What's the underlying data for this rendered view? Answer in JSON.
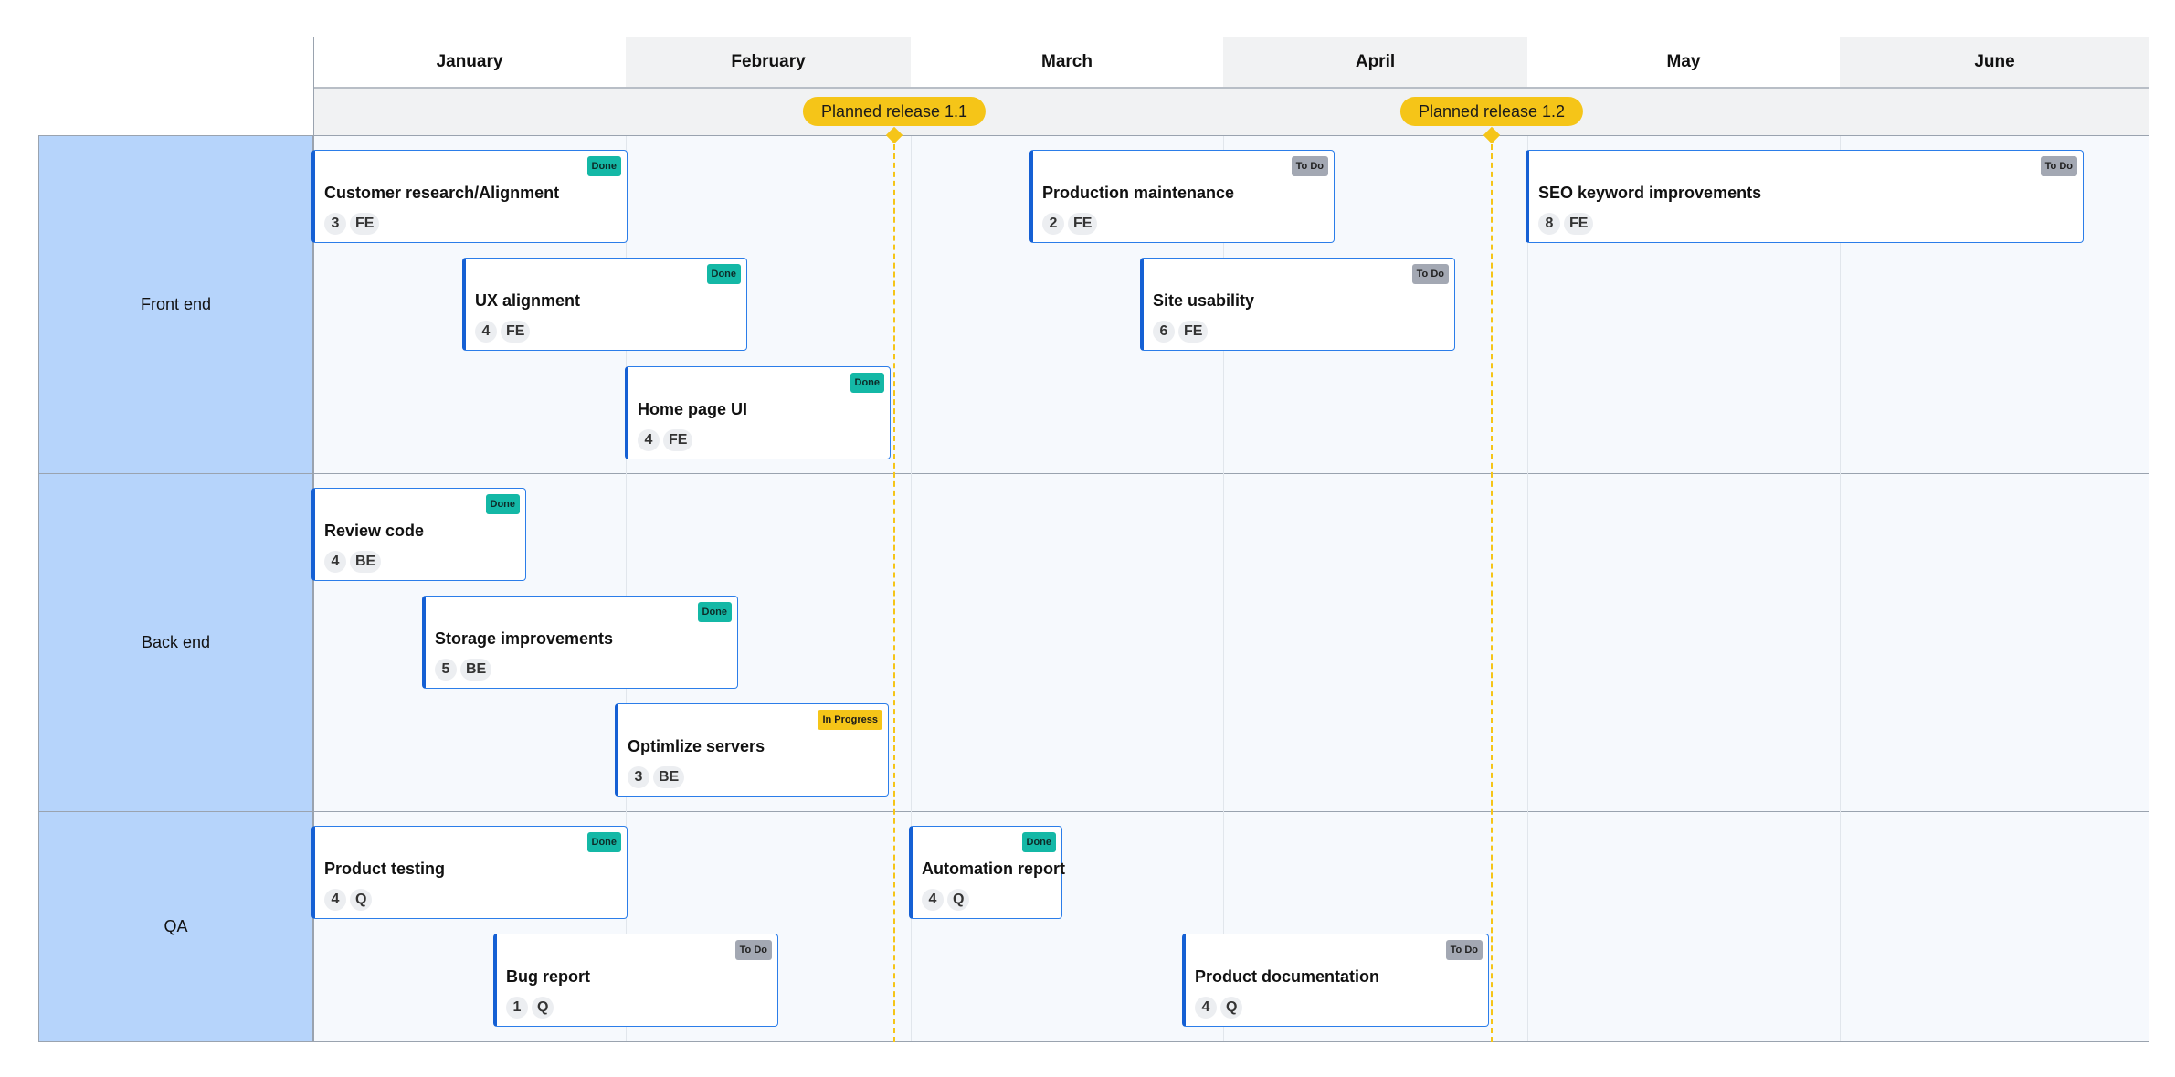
{
  "colors": {
    "accent": "#1560d4",
    "lane_label_bg": "#b6d4fb",
    "release": "#f5c518",
    "done": "#14b8a6",
    "todo": "#a3a8b3",
    "in_progress": "#f5c518"
  },
  "months": [
    "January",
    "February",
    "March",
    "April",
    "May",
    "June"
  ],
  "releases": [
    {
      "label": "Planned release 1.1"
    },
    {
      "label": "Planned release 1.2"
    }
  ],
  "lanes": [
    {
      "label": "Front end",
      "cards": [
        {
          "title": "Customer research/Alignment",
          "status": "Done",
          "points": "3",
          "tag": "FE"
        },
        {
          "title": "UX alignment",
          "status": "Done",
          "points": "4",
          "tag": "FE"
        },
        {
          "title": "Home page UI",
          "status": "Done",
          "points": "4",
          "tag": "FE"
        },
        {
          "title": "Production maintenance",
          "status": "To Do",
          "points": "2",
          "tag": "FE"
        },
        {
          "title": "Site usability",
          "status": "To Do",
          "points": "6",
          "tag": "FE"
        },
        {
          "title": "SEO keyword improvements",
          "status": "To Do",
          "points": "8",
          "tag": "FE"
        }
      ]
    },
    {
      "label": "Back end",
      "cards": [
        {
          "title": "Review code",
          "status": "Done",
          "points": "4",
          "tag": "BE"
        },
        {
          "title": "Storage improvements",
          "status": "Done",
          "points": "5",
          "tag": "BE"
        },
        {
          "title": "Optimlize servers",
          "status": "In Progress",
          "points": "3",
          "tag": "BE"
        }
      ]
    },
    {
      "label": "QA",
      "cards": [
        {
          "title": "Product testing",
          "status": "Done",
          "points": "4",
          "tag": "Q"
        },
        {
          "title": "Automation report",
          "status": "Done",
          "points": "4",
          "tag": "Q"
        },
        {
          "title": "Bug report",
          "status": "To Do",
          "points": "1",
          "tag": "Q"
        },
        {
          "title": "Product documentation",
          "status": "To Do",
          "points": "4",
          "tag": "Q"
        }
      ]
    }
  ]
}
